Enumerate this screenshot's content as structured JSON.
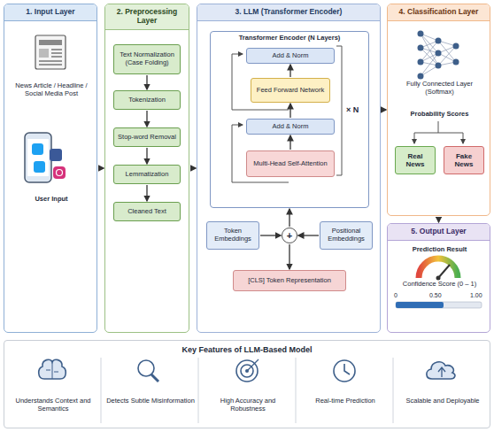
{
  "diagram": {
    "nodes": [
      {
        "text": [
          "1. Input Layer",
          "News Article / Headline / Social Media Post",
          "User Input"
        ]
      },
      {
        "text": [
          "2. Preprocessing Layer"
        ]
      },
      {
        "text": [
          "Text Normalization (Case Folding)"
        ],
        "in": 1
      },
      {
        "text": [
          "Tokenization"
        ],
        "in": 1
      },
      {
        "text": [
          "Stop-word Removal"
        ],
        "in": 1
      },
      {
        "text": [
          "Lemmatization"
        ],
        "in": 1
      },
      {
        "text": [
          "Cleaned Text"
        ],
        "in": 1
      },
      {
        "text": [
          "3. LLM (Transformer Encoder)"
        ]
      },
      {
        "text": [
          "Transformer Encoder (N Layers)"
        ],
        "in": 7
      },
      {
        "text": [
          "Add & Norm"
        ],
        "in": 8
      },
      {
        "text": [
          "Feed Forward Network"
        ],
        "in": 8
      },
      {
        "text": [
          "Add & Norm"
        ],
        "in": 8
      },
      {
        "text": [
          "Multi-Head Self-Attention"
        ],
        "in": 8
      },
      {
        "text": [
          "Token Embeddings"
        ],
        "in": 7
      },
      {
        "text": [
          "+"
        ],
        "in": 7
      },
      {
        "text": [
          "Positional Embeddings"
        ],
        "in": 7
      },
      {
        "text": [
          "[CLS] Token Representation"
        ],
        "in": 7
      },
      {
        "text": [
          "4. Classification Layer",
          "Fully Connected Layer (Softmax)",
          "Probability Scores"
        ]
      },
      {
        "text": [
          "Real News"
        ],
        "in": 17
      },
      {
        "text": [
          "Fake News"
        ],
        "in": 17
      },
      {
        "text": [
          "5. Output Layer",
          "Prediction Result",
          "Confidence Score (0 – 1)"
        ]
      },
      {
        "text": [
          "Key Features of LLM-Based Model",
          "Understands Context and Semantics",
          "Detects Subtle Misinformation",
          "High Accuracy and Robustness",
          "Real-time Prediction",
          "Scalable and Deployable"
        ]
      }
    ],
    "edges": [
      {
        "from": 0,
        "to": 1,
        "arrow": "to"
      },
      {
        "from": 1,
        "to": 7,
        "arrow": "to"
      },
      {
        "from": 7,
        "to": 17,
        "arrow": "to"
      },
      {
        "from": 17,
        "to": 20,
        "arrow": "to"
      },
      {
        "from": 2,
        "to": 3,
        "arrow": "to"
      },
      {
        "from": 3,
        "to": 4,
        "arrow": "to"
      },
      {
        "from": 4,
        "to": 5,
        "arrow": "to"
      },
      {
        "from": 5,
        "to": 6,
        "arrow": "to"
      },
      {
        "from": 12,
        "to": 11,
        "arrow": "to"
      },
      {
        "from": 11,
        "to": 10,
        "arrow": "to"
      },
      {
        "from": 10,
        "to": 9,
        "arrow": "to"
      },
      {
        "from": 13,
        "to": 14,
        "arrow": "to"
      },
      {
        "from": 15,
        "to": 14,
        "arrow": "to"
      },
      {
        "from": 14,
        "to": 8,
        "arrow": "to"
      },
      {
        "from": 14,
        "to": 16,
        "arrow": "to"
      }
    ],
    "labels": [
      "× N",
      "0",
      "0.50",
      "1.00"
    ]
  }
}
